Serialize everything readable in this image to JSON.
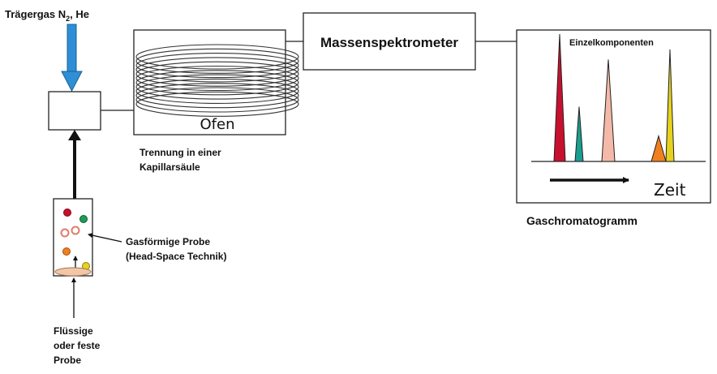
{
  "carrier_gas": {
    "prefix": "Trägergas N",
    "subscript": "2",
    "suffix": ", He"
  },
  "oven": {
    "label": "Ofen"
  },
  "separation": {
    "line1": "Trennung in einer",
    "line2": "Kapillarsäule"
  },
  "mass_spec": {
    "label": "Massenspektrometer"
  },
  "chromatogram": {
    "components_label": "Einzelkomponenten",
    "time_label": "Zeit",
    "caption": "Gaschromatogramm",
    "peaks": [
      {
        "color": "#c8102e",
        "height": 1.0
      },
      {
        "color": "#1a9e8f",
        "height": 0.43
      },
      {
        "color": "#f4b9a8",
        "height": 0.8
      },
      {
        "color": "#f07f1e",
        "height": 0.2
      },
      {
        "color": "#e6d21c",
        "height": 0.88
      }
    ]
  },
  "gas_sample": {
    "line1": "Gasförmige Probe",
    "line2": "(Head-Space Technik)"
  },
  "liquid_sample": {
    "line1": "Flüssige",
    "line2": "oder feste",
    "line3": "Probe"
  },
  "colors": {
    "carrier_arrow": "#2e8fd6",
    "dot_red": "#c8102e",
    "dot_green": "#1f9a5a",
    "dot_pink": "#f4b9a8",
    "dot_orange": "#f07f1e",
    "dot_yellow": "#e6d21c",
    "sample_disc": "#f2c7a8"
  }
}
